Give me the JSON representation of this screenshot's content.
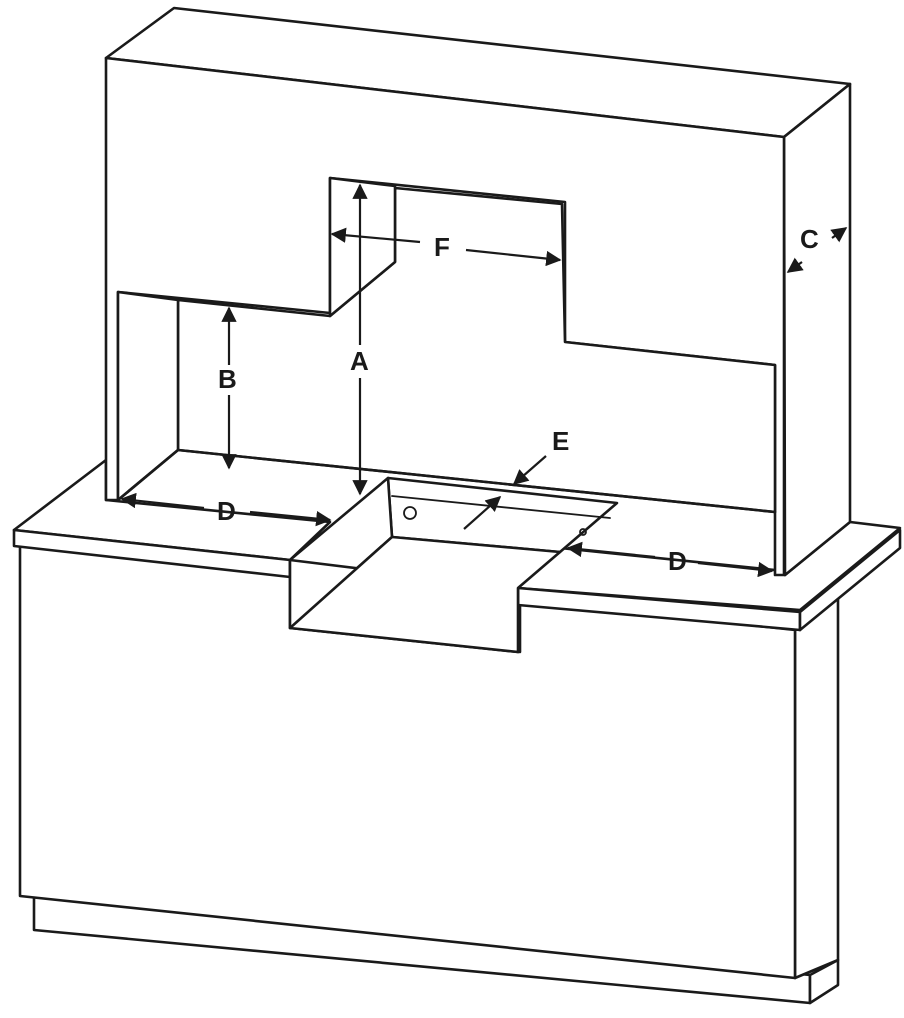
{
  "labels": {
    "A": "A",
    "B": "B",
    "C": "C",
    "D_left": "D",
    "D_right": "D",
    "E": "E",
    "F": "F"
  }
}
